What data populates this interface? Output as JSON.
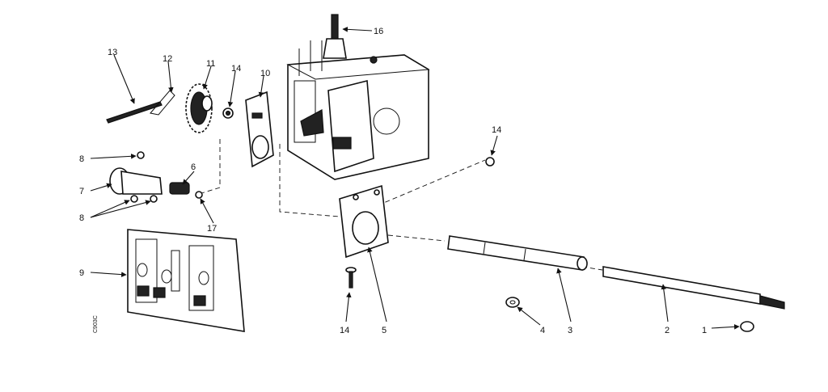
{
  "callouts": {
    "c1": "1",
    "c2": "2",
    "c3": "3",
    "c4": "4",
    "c5": "5",
    "c6": "6",
    "c7": "7",
    "c8a": "8",
    "c8b": "8",
    "c9": "9",
    "c10": "10",
    "c11": "11",
    "c12": "12",
    "c13": "13",
    "c14a": "14",
    "c14b": "14",
    "c14c": "14",
    "c16": "16",
    "c17": "17"
  },
  "code_label": "C903C"
}
